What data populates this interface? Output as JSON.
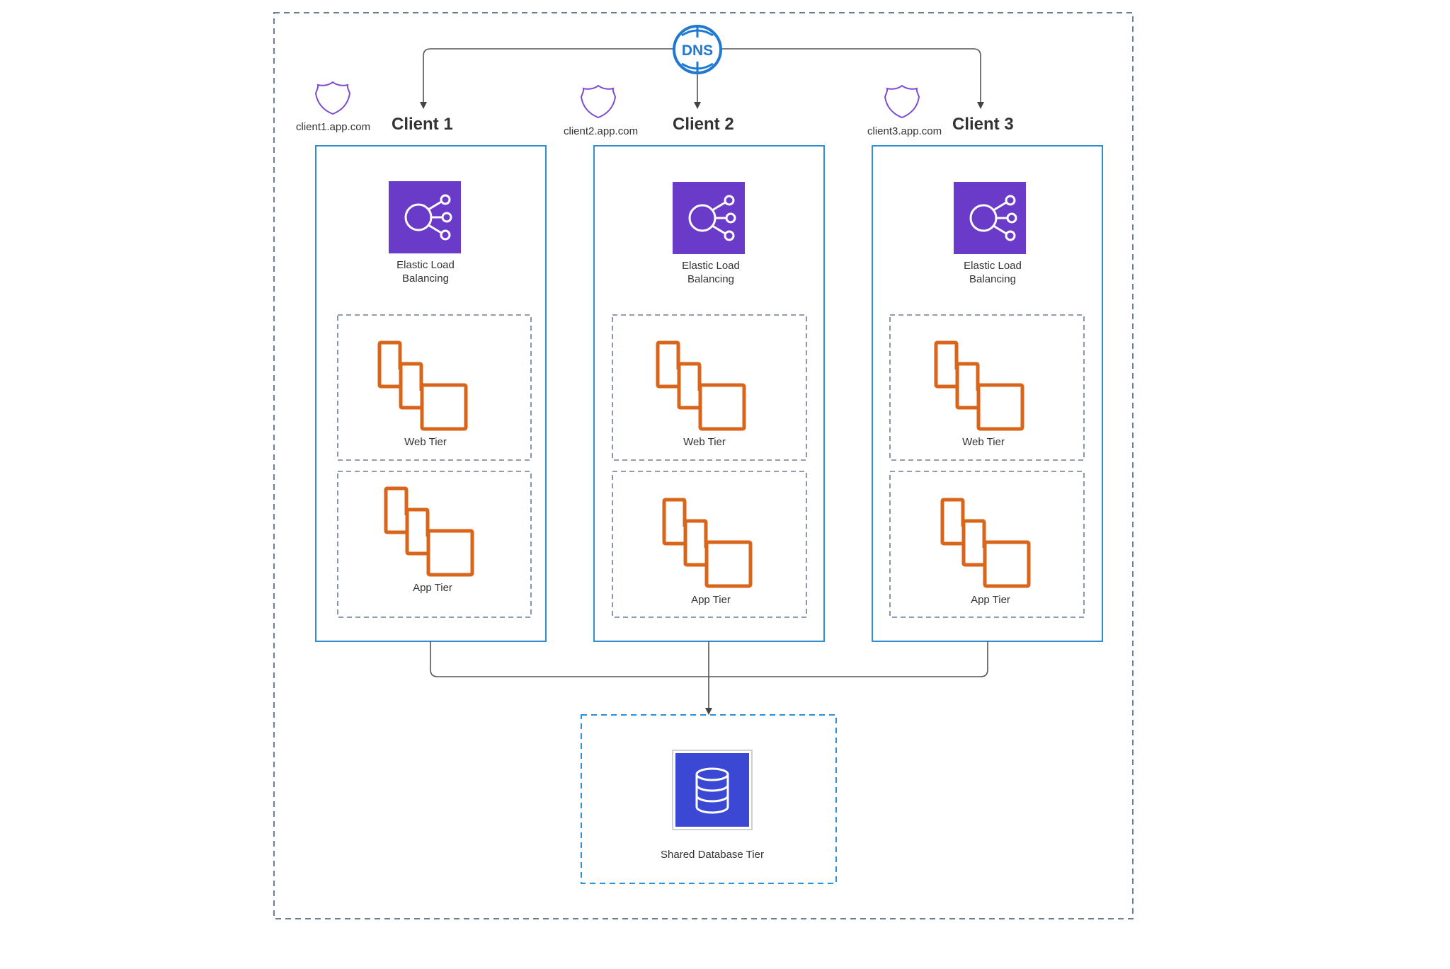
{
  "dns": {
    "label": "DNS"
  },
  "clients": [
    {
      "title": "Client 1",
      "domain": "client1.app.com",
      "elb_label": "Elastic Load\nBalancing",
      "web_label": "Web Tier",
      "app_label": "App Tier"
    },
    {
      "title": "Client 2",
      "domain": "client2.app.com",
      "elb_label": "Elastic Load\nBalancing",
      "web_label": "Web Tier",
      "app_label": "App Tier"
    },
    {
      "title": "Client 3",
      "domain": "client3.app.com",
      "elb_label": "Elastic Load\nBalancing",
      "web_label": "Web Tier",
      "app_label": "App Tier"
    }
  ],
  "database": {
    "label": "Shared Database Tier"
  },
  "colors": {
    "outer_border": "#6b7d99",
    "client_border": "#2f8fd6",
    "tier_border": "#6b7d99",
    "db_border": "#2f8fd6",
    "elb_fill": "#6a3bc8",
    "ec2_stroke": "#d8651a",
    "db_fill": "#3b48d4",
    "shield_stroke": "#7d4bd0",
    "dns_blue": "#1f78d1",
    "connector": "#555555"
  },
  "icons": {
    "dns": "dns-globe-icon",
    "shield": "shield-icon",
    "elb": "elastic-load-balancing-icon",
    "ec2": "ec2-instances-icon",
    "db": "database-icon"
  }
}
